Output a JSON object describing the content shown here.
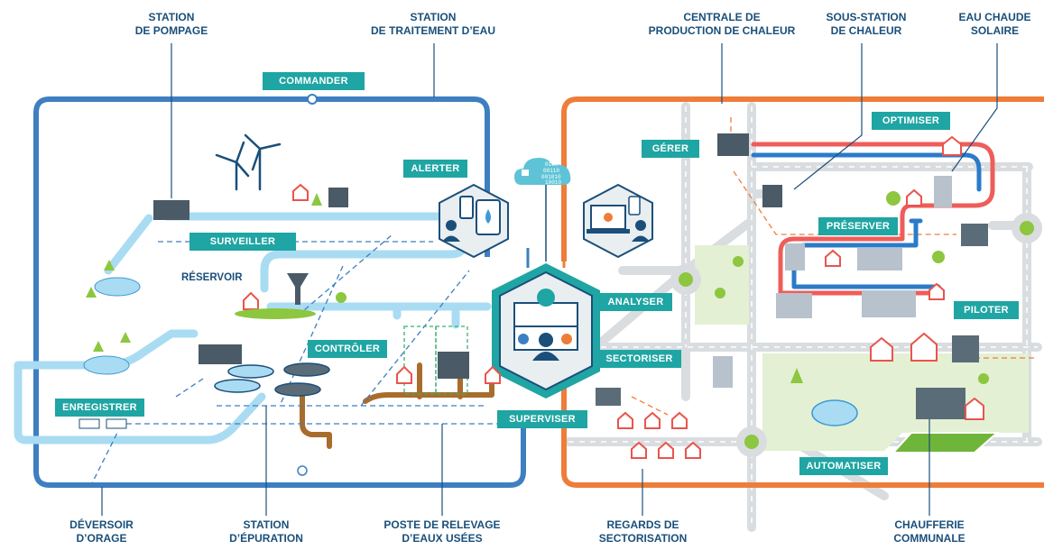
{
  "colors": {
    "water_network": "#3d7fc1",
    "heat_network": "#ee7d3a",
    "tag_bg": "#1fa5a3",
    "hot_pipe": "#ee5d5a",
    "cold_pipe": "#2b7bc9",
    "road": "#d6dadd",
    "light_water": "#a9dcf2",
    "wastewater": "#a86d2c",
    "grass": "#8dc63f"
  },
  "labels": {
    "top": {
      "station_pompage": "STATION\nDE POMPAGE",
      "station_traitement": "STATION\nDE TRAITEMENT D’EAU",
      "centrale_chaleur": "CENTRALE DE\nPRODUCTION DE CHALEUR",
      "sous_station": "SOUS-STATION\nDE CHALEUR",
      "eau_chaude": "EAU CHAUDE\nSOLAIRE"
    },
    "bottom": {
      "deversoir": "DÉVERSOIR\nD’ORAGE",
      "station_epuration": "STATION\nD’ÉPURATION",
      "poste_relevage": "POSTE DE RELEVAGE\nD’EAUX USÉES",
      "regards": "REGARDS DE\nSECTORISATION",
      "chaufferie": "CHAUFFERIE\nCOMMUNALE"
    }
  },
  "tags": {
    "commander": "COMMANDER",
    "surveiller": "SURVEILLER",
    "alerter": "ALERTER",
    "controler": "CONTRÔLER",
    "enregistrer": "ENREGISTRER",
    "superviser": "SUPERVISER",
    "analyser": "ANALYSER",
    "sectoriser": "SECTORISER",
    "gerer": "GÉRER",
    "optimiser": "OPTIMISER",
    "preserver": "PRÉSERVER",
    "piloter": "PILOTER",
    "automatiser": "AUTOMATISER"
  },
  "plain": {
    "reservoir": "RÉSERVOIR"
  },
  "binary_text": [
    "0100",
    "00110",
    "001010",
    "10010"
  ]
}
